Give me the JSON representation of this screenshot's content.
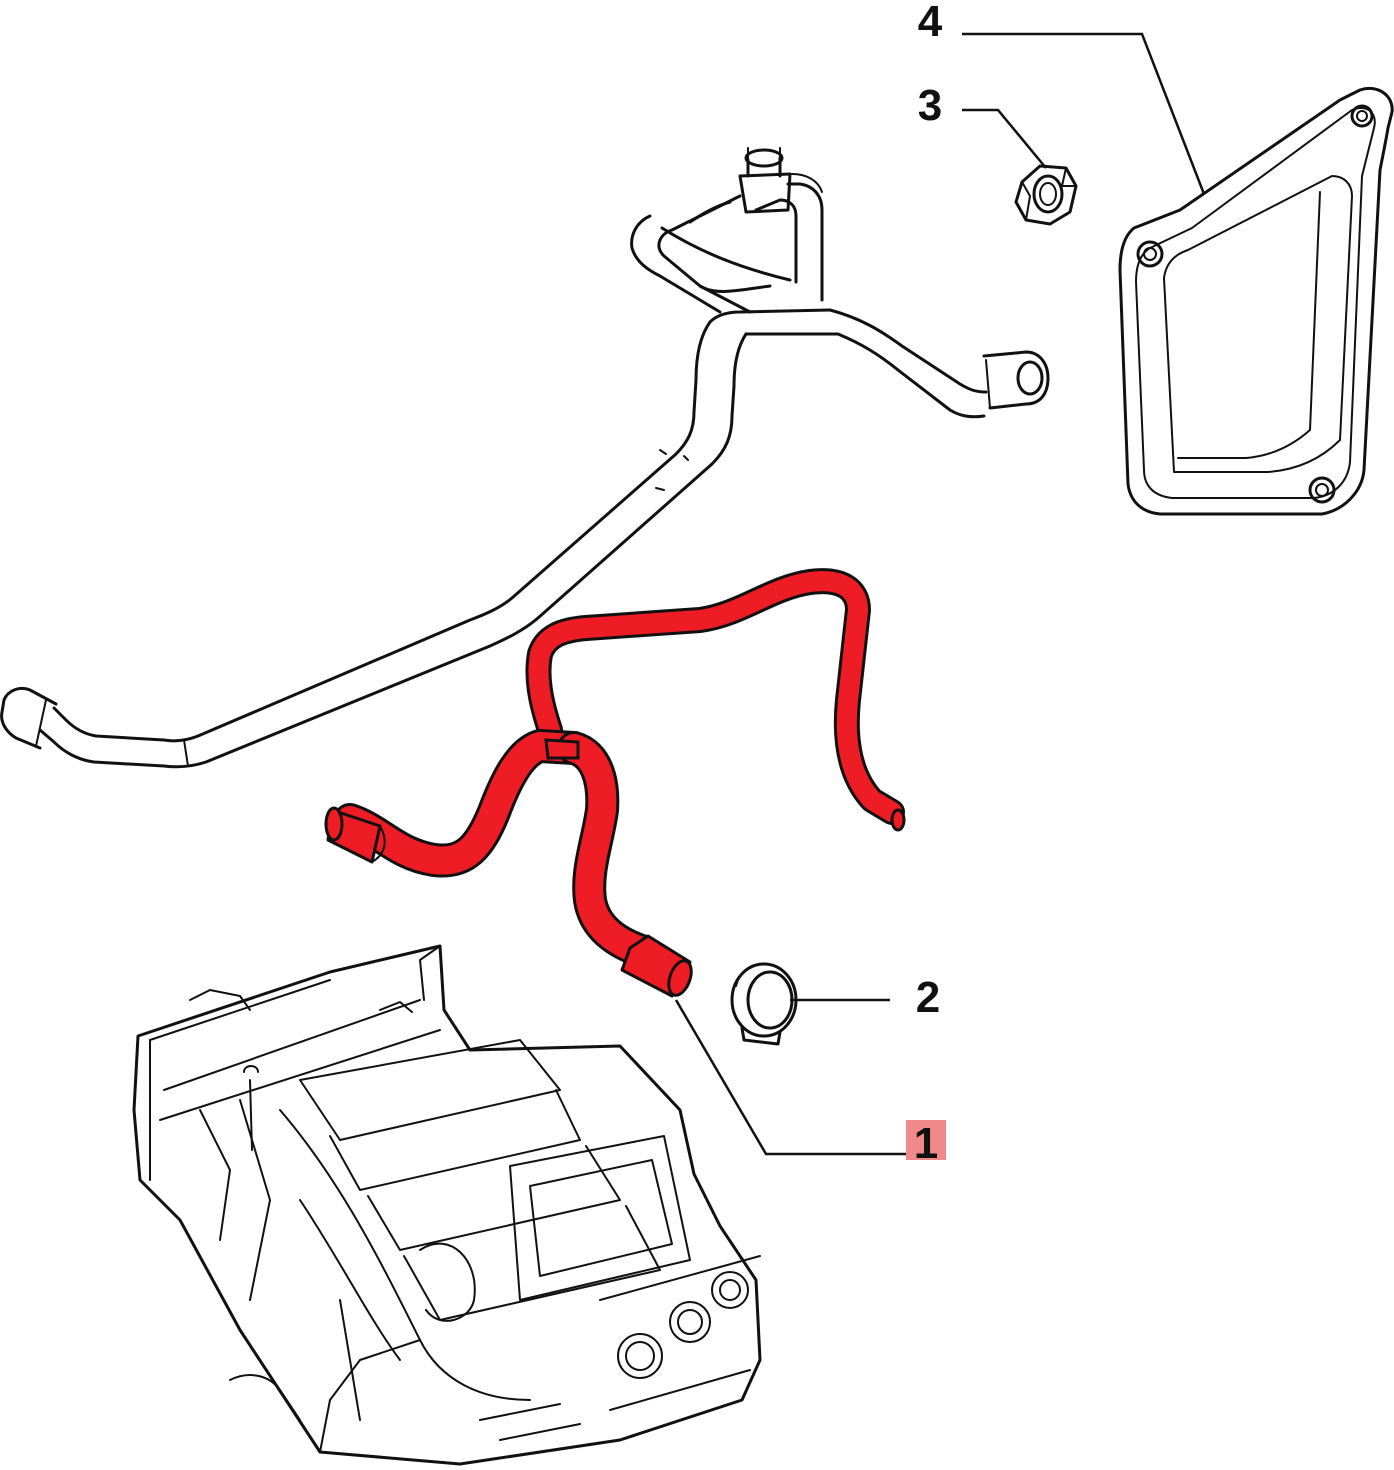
{
  "callouts": {
    "part1": "1",
    "part2": "2",
    "part3": "3",
    "part4": "4"
  },
  "colors": {
    "highlight_fill": "#ee1c25",
    "label_highlight": "#f08a8a",
    "line": "#111111",
    "background": "#ffffff"
  },
  "highlighted_part": "1"
}
